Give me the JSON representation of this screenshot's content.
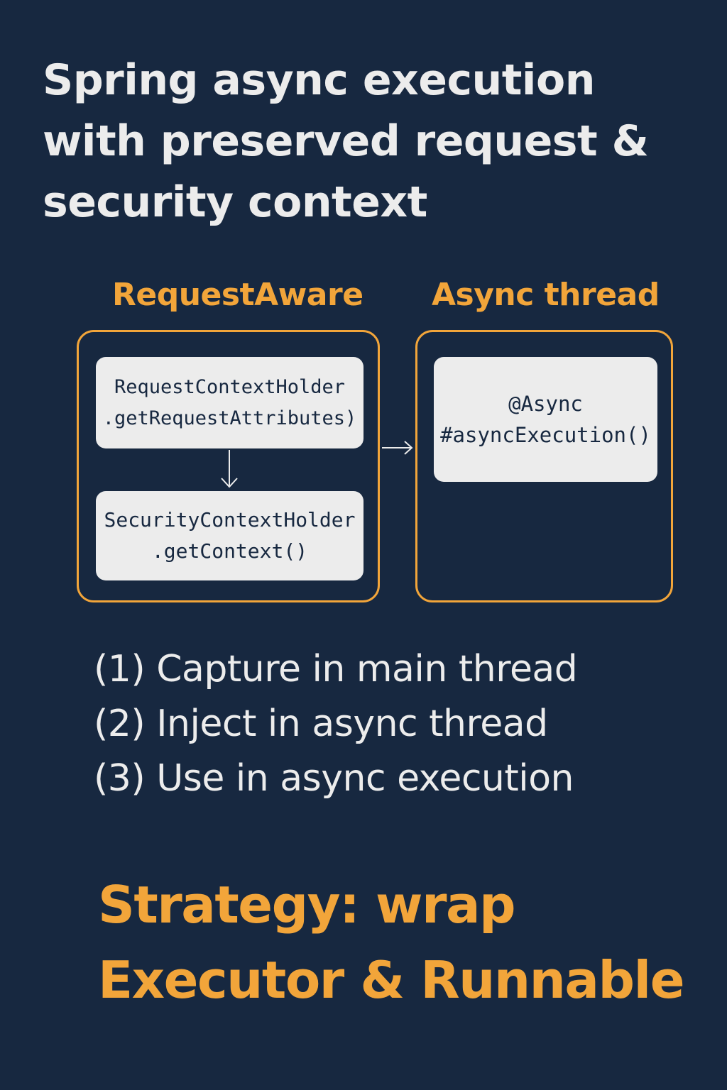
{
  "title": {
    "lines": [
      "Spring async execution",
      "with preserved request &",
      "security context"
    ]
  },
  "diagram": {
    "left_heading": "RequestAware",
    "right_heading": "Async thread",
    "left_boxes": [
      {
        "lines": [
          "RequestContextHolder",
          ".getRequestAttributes)"
        ]
      },
      {
        "lines": [
          "SecurityContextHolder",
          ".getContext()"
        ]
      }
    ],
    "right_box": {
      "lines": [
        "@Async",
        "#asyncExecution()"
      ]
    }
  },
  "steps": [
    "(1)  Capture in main thread",
    "(2) Inject in async thread",
    "(3) Use in async execution"
  ],
  "strategy": {
    "lines": [
      "Strategy: wrap",
      "Executor & Runnable"
    ]
  },
  "colors": {
    "background": "#172840",
    "accent": "#f2a53a",
    "text": "#ececec",
    "box_fill": "#ececec"
  }
}
